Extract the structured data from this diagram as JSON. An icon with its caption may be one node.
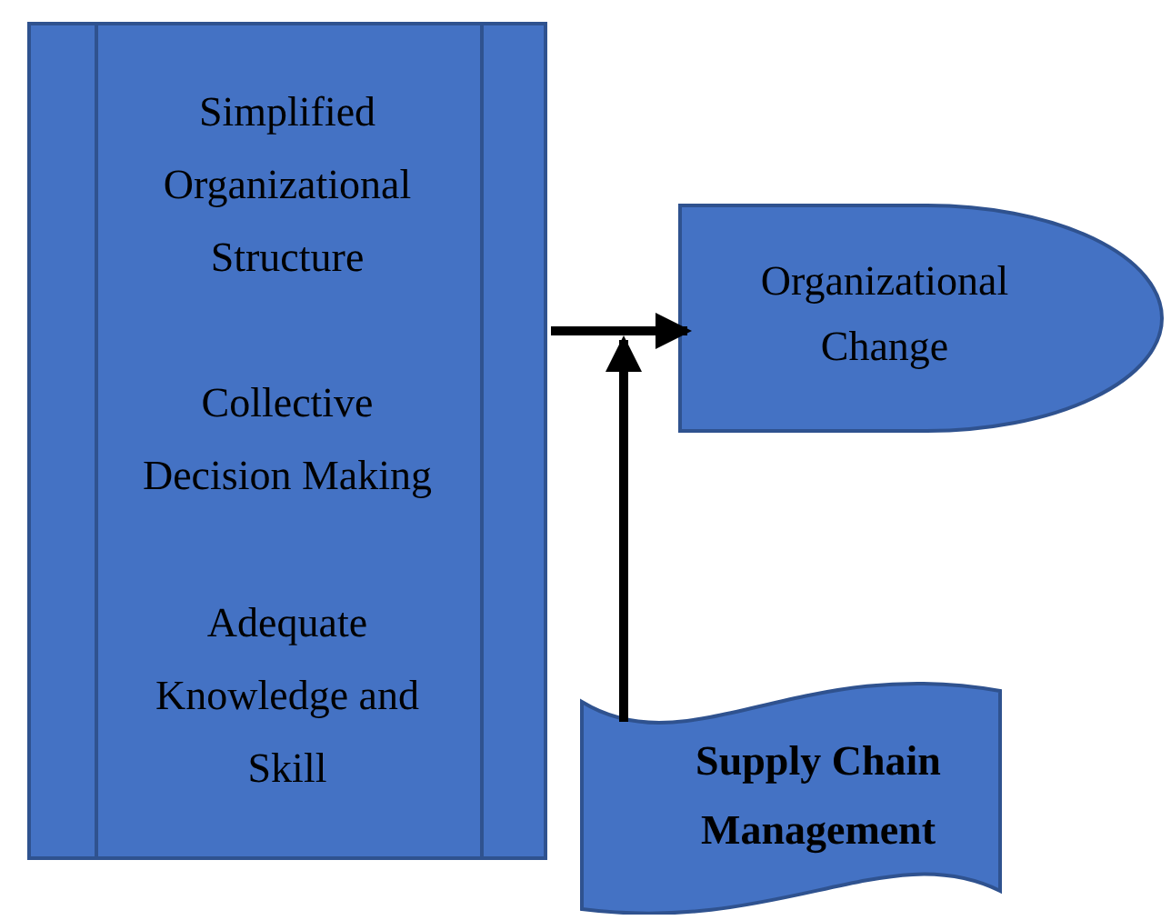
{
  "diagram": {
    "nodes": [
      {
        "text": [
          "Simplified Organizational Structure",
          "Collective Decision Making",
          "Adequate Knowledge and Skill"
        ]
      },
      {
        "text": [
          "Organizational Change"
        ]
      },
      {
        "text": [
          "Supply Chain Management"
        ]
      }
    ],
    "edges": [
      {
        "from": 0,
        "to": 1,
        "arrow": "to"
      },
      {
        "from": 2,
        "to": 1,
        "arrow": "to"
      }
    ]
  }
}
